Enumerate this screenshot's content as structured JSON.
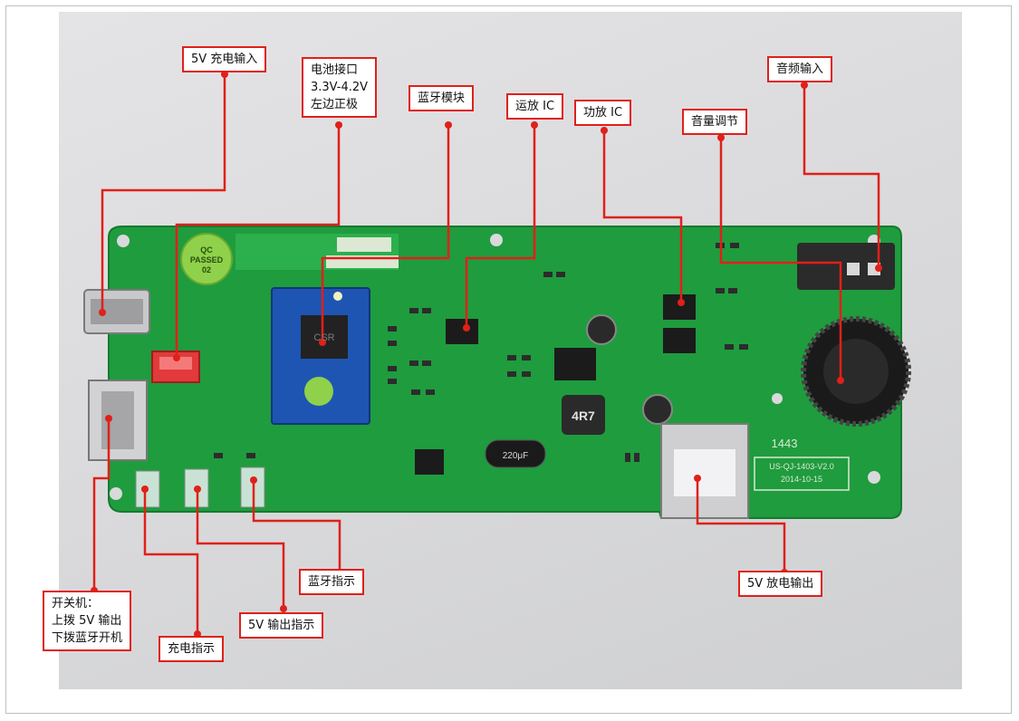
{
  "colors": {
    "callout_border": "#e0201a",
    "leader_line": "#e0201a",
    "pcb_green": "#1f9c3e",
    "bluetooth_module": "#1e55b3",
    "background": "#dcdcde"
  },
  "callouts": {
    "charge_input": "5V 充电输入",
    "battery": [
      "电池接口",
      "3.3V-4.2V",
      "左边正极"
    ],
    "bt_module": "蓝牙模块",
    "opamp_ic": "运放 IC",
    "amp_ic": "功放 IC",
    "volume": "音量调节",
    "audio_input": "音频输入",
    "power_switch": [
      "开关机：",
      "上拨 5V 输出",
      "下拨蓝牙开机"
    ],
    "charge_indicator": "充电指示",
    "output_indicator": "5V 输出指示",
    "bt_indicator": "蓝牙指示",
    "discharge_output": "5V 放电输出"
  },
  "board_markings": {
    "qc_stamp": [
      "QC",
      "PASSED",
      "02"
    ],
    "version": "US-QJ-1403-V2.0",
    "date": "2014-10-15",
    "inductor": "4R7",
    "capacitor": "220μF",
    "module_code": "CSR",
    "lot": "1443"
  }
}
